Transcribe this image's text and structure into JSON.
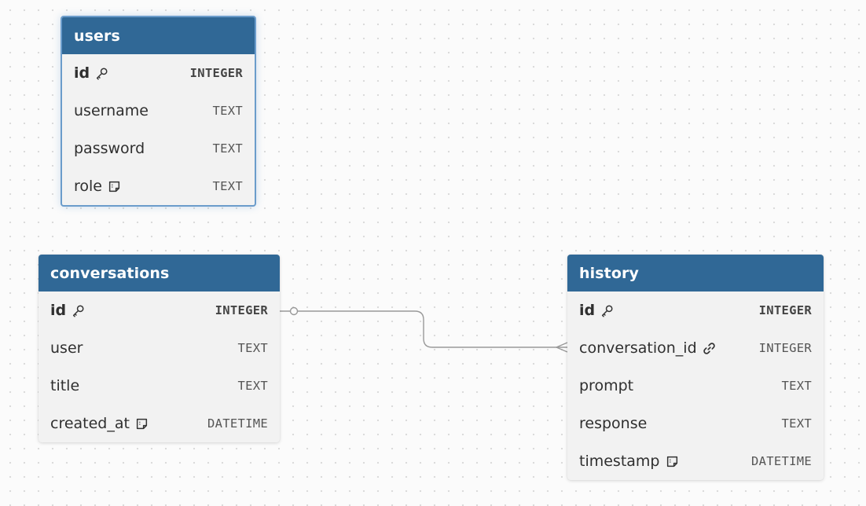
{
  "tables": {
    "users": {
      "title": "users",
      "columns": [
        {
          "name": "id",
          "type": "INTEGER",
          "icon": "key-icon"
        },
        {
          "name": "username",
          "type": "TEXT",
          "icon": ""
        },
        {
          "name": "password",
          "type": "TEXT",
          "icon": ""
        },
        {
          "name": "role",
          "type": "TEXT",
          "icon": "note-icon"
        }
      ]
    },
    "conversations": {
      "title": "conversations",
      "columns": [
        {
          "name": "id",
          "type": "INTEGER",
          "icon": "key-icon"
        },
        {
          "name": "user",
          "type": "TEXT",
          "icon": ""
        },
        {
          "name": "title",
          "type": "TEXT",
          "icon": ""
        },
        {
          "name": "created_at",
          "type": "DATETIME",
          "icon": "note-icon"
        }
      ]
    },
    "history": {
      "title": "history",
      "columns": [
        {
          "name": "id",
          "type": "INTEGER",
          "icon": "key-icon"
        },
        {
          "name": "conversation_id",
          "type": "INTEGER",
          "icon": "link-icon"
        },
        {
          "name": "prompt",
          "type": "TEXT",
          "icon": ""
        },
        {
          "name": "response",
          "type": "TEXT",
          "icon": ""
        },
        {
          "name": "timestamp",
          "type": "DATETIME",
          "icon": "note-icon"
        }
      ]
    }
  },
  "relationships": [
    {
      "from": "conversations.id",
      "to": "history.conversation_id",
      "from_end": "zero-or-one",
      "to_end": "many"
    }
  ],
  "colors": {
    "header": "#306896",
    "body": "#f2f2f2",
    "selection_border": "#6b9ccb",
    "connector": "#999999"
  }
}
